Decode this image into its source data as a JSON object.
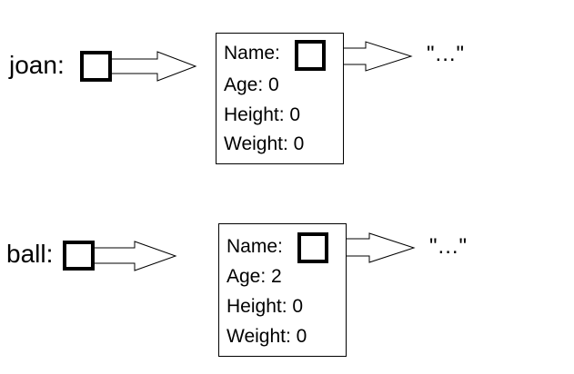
{
  "objects": [
    {
      "variable": "joan:",
      "fields": [
        {
          "label": "Name:",
          "value": ""
        },
        {
          "label": "Age:",
          "value": "0"
        },
        {
          "label": "Height:",
          "value": "0"
        },
        {
          "label": "Weight:",
          "value": "0"
        }
      ],
      "name_string": "\"...\""
    },
    {
      "variable": "ball:",
      "fields": [
        {
          "label": "Name:",
          "value": ""
        },
        {
          "label": "Age:",
          "value": "2"
        },
        {
          "label": "Height:",
          "value": "0"
        },
        {
          "label": "Weight:",
          "value": "0"
        }
      ],
      "name_string": "\"...\""
    }
  ]
}
